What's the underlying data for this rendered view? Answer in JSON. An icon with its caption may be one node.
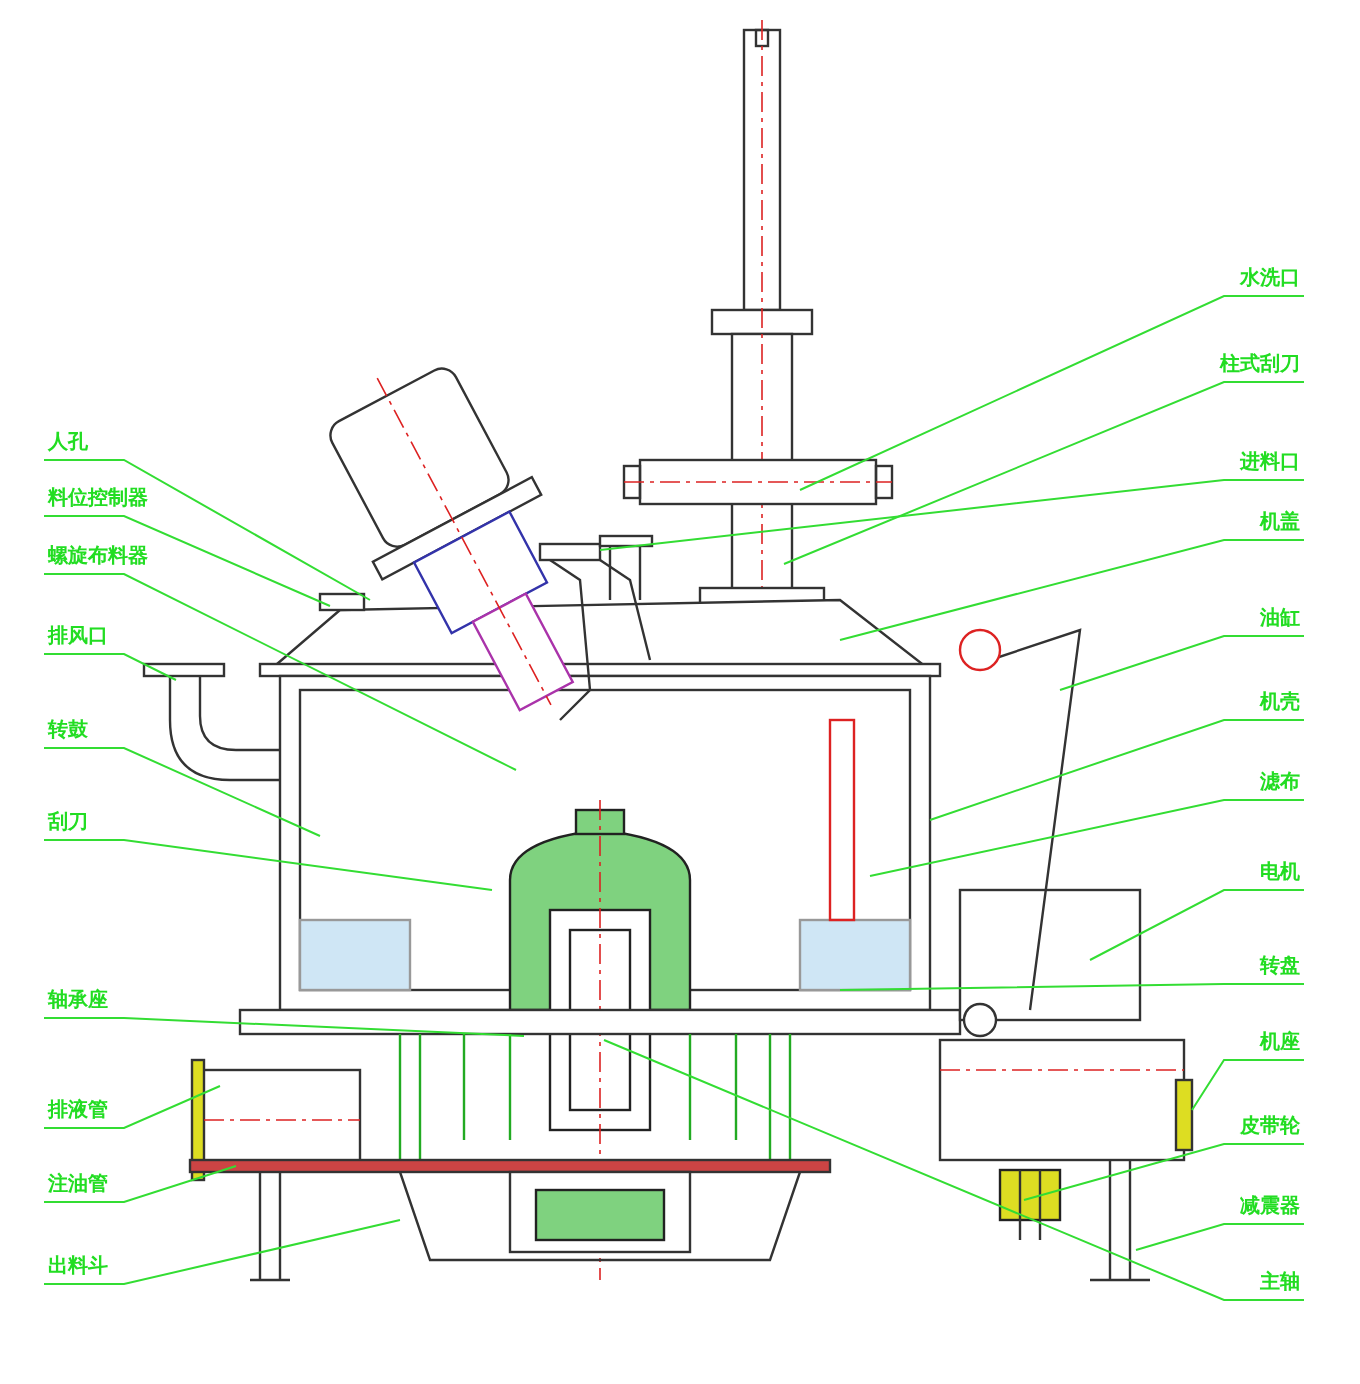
{
  "diagram": {
    "nodes": [
      {
        "text": [
          "人孔"
        ]
      },
      {
        "text": [
          "料位控制器"
        ]
      },
      {
        "text": [
          "螺旋布料器"
        ]
      },
      {
        "text": [
          "排风口"
        ]
      },
      {
        "text": [
          "转鼓"
        ]
      },
      {
        "text": [
          "刮刀"
        ]
      },
      {
        "text": [
          "轴承座"
        ]
      },
      {
        "text": [
          "排液管"
        ]
      },
      {
        "text": [
          "注油管"
        ]
      },
      {
        "text": [
          "出料斗"
        ]
      },
      {
        "text": [
          "水洗口"
        ]
      },
      {
        "text": [
          "柱式刮刀"
        ]
      },
      {
        "text": [
          "进料口"
        ]
      },
      {
        "text": [
          "机盖"
        ]
      },
      {
        "text": [
          "油缸"
        ]
      },
      {
        "text": [
          "机壳"
        ]
      },
      {
        "text": [
          "滤布"
        ]
      },
      {
        "text": [
          "电机"
        ]
      },
      {
        "text": [
          "转盘"
        ]
      },
      {
        "text": [
          "机座"
        ]
      },
      {
        "text": [
          "皮带轮"
        ]
      },
      {
        "text": [
          "减震器"
        ]
      },
      {
        "text": [
          "主轴"
        ]
      }
    ],
    "edges": [
      {
        "from": 0,
        "to": null,
        "arrow": "none"
      },
      {
        "from": 1,
        "to": null,
        "arrow": "none"
      },
      {
        "from": 2,
        "to": null,
        "arrow": "none"
      },
      {
        "from": 3,
        "to": null,
        "arrow": "none"
      },
      {
        "from": 4,
        "to": null,
        "arrow": "none"
      },
      {
        "from": 5,
        "to": null,
        "arrow": "none"
      },
      {
        "from": 6,
        "to": null,
        "arrow": "none"
      },
      {
        "from": 7,
        "to": null,
        "arrow": "none"
      },
      {
        "from": 8,
        "to": null,
        "arrow": "none"
      },
      {
        "from": 9,
        "to": null,
        "arrow": "none"
      },
      {
        "from": 10,
        "to": null,
        "arrow": "none"
      },
      {
        "from": 11,
        "to": null,
        "arrow": "none"
      },
      {
        "from": 12,
        "to": null,
        "arrow": "none"
      },
      {
        "from": 13,
        "to": null,
        "arrow": "none"
      },
      {
        "from": 14,
        "to": null,
        "arrow": "none"
      },
      {
        "from": 15,
        "to": null,
        "arrow": "none"
      },
      {
        "from": 16,
        "to": null,
        "arrow": "none"
      },
      {
        "from": 17,
        "to": null,
        "arrow": "none"
      },
      {
        "from": 18,
        "to": null,
        "arrow": "none"
      },
      {
        "from": 19,
        "to": null,
        "arrow": "none"
      },
      {
        "from": 20,
        "to": null,
        "arrow": "none"
      },
      {
        "from": 21,
        "to": null,
        "arrow": "none"
      },
      {
        "from": 22,
        "to": null,
        "arrow": "none"
      }
    ]
  }
}
